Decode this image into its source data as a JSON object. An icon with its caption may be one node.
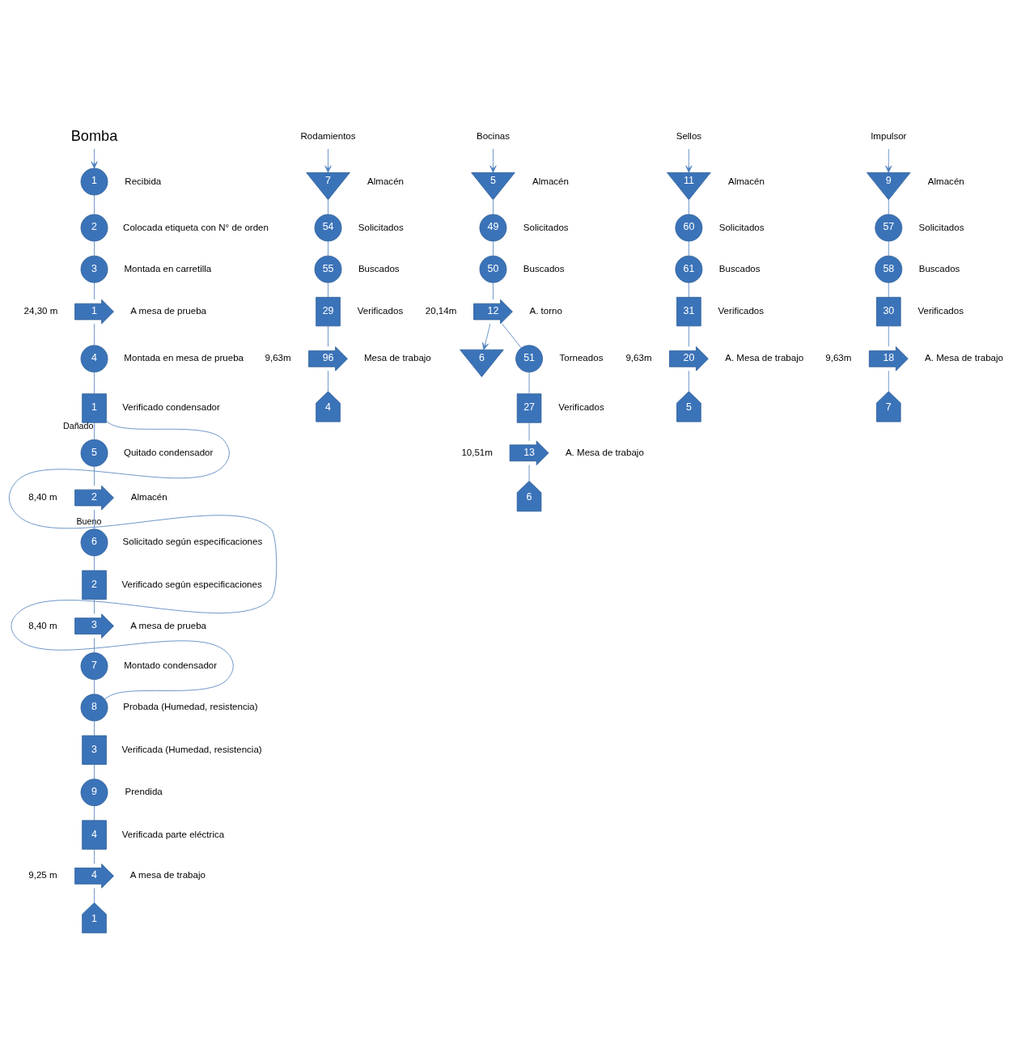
{
  "diagram": {
    "nodes": [
      {
        "text": [
          "Bomba"
        ]
      },
      {
        "text": [
          "1"
        ],
        "beside": [
          "Recibida"
        ]
      },
      {
        "text": [
          "2"
        ],
        "beside": [
          "Colocada etiqueta con N° de orden"
        ]
      },
      {
        "text": [
          "3"
        ],
        "beside": [
          "Montada en carretilla"
        ]
      },
      {
        "text": [
          "1"
        ],
        "beside": [
          "A mesa de prueba",
          "24,30 m"
        ]
      },
      {
        "text": [
          "4"
        ],
        "beside": [
          "Montada en mesa de prueba"
        ]
      },
      {
        "text": [
          "1"
        ],
        "beside": [
          "Verificado condensador"
        ]
      },
      {
        "text": [
          "5"
        ],
        "beside": [
          "Quitado condensador"
        ]
      },
      {
        "text": [
          "2"
        ],
        "beside": [
          "Almacén",
          "8,40 m"
        ]
      },
      {
        "text": [
          "6"
        ],
        "beside": [
          "Solicitado según especificaciones"
        ]
      },
      {
        "text": [
          "2"
        ],
        "beside": [
          "Verificado según especificaciones"
        ]
      },
      {
        "text": [
          "3"
        ],
        "beside": [
          "A mesa de prueba",
          "8,40 m"
        ]
      },
      {
        "text": [
          "7"
        ],
        "beside": [
          "Montado condensador"
        ]
      },
      {
        "text": [
          "8"
        ],
        "beside": [
          "Probada (Humedad, resistencia)"
        ]
      },
      {
        "text": [
          "3"
        ],
        "beside": [
          "Verificada (Humedad, resistencia)"
        ]
      },
      {
        "text": [
          "9"
        ],
        "beside": [
          "Prendida"
        ]
      },
      {
        "text": [
          "4"
        ],
        "beside": [
          "Verificada parte eléctrica"
        ]
      },
      {
        "text": [
          "4"
        ],
        "beside": [
          "A mesa de trabajo",
          "9,25 m"
        ]
      },
      {
        "text": [
          "1"
        ]
      },
      {
        "text": [
          "Rodamientos"
        ]
      },
      {
        "text": [
          "7"
        ],
        "beside": [
          "Almacén"
        ]
      },
      {
        "text": [
          "54"
        ],
        "beside": [
          "Solicitados"
        ]
      },
      {
        "text": [
          "55"
        ],
        "beside": [
          "Buscados"
        ]
      },
      {
        "text": [
          "29"
        ],
        "beside": [
          "Verificados"
        ]
      },
      {
        "text": [
          "96"
        ],
        "beside": [
          "Mesa de trabajo",
          "9,63m"
        ]
      },
      {
        "text": [
          "4"
        ]
      },
      {
        "text": [
          "Bocinas"
        ]
      },
      {
        "text": [
          "5"
        ],
        "beside": [
          "Almacén"
        ]
      },
      {
        "text": [
          "49"
        ],
        "beside": [
          "Solicitados"
        ]
      },
      {
        "text": [
          "50"
        ],
        "beside": [
          "Buscados"
        ]
      },
      {
        "text": [
          "12"
        ],
        "beside": [
          "A. torno",
          "20,14m"
        ]
      },
      {
        "text": [
          "6"
        ]
      },
      {
        "text": [
          "51"
        ],
        "beside": [
          "Torneados"
        ]
      },
      {
        "text": [
          "27"
        ],
        "beside": [
          "Verificados"
        ]
      },
      {
        "text": [
          "13"
        ],
        "beside": [
          "A. Mesa de trabajo",
          "10,51m"
        ]
      },
      {
        "text": [
          "6"
        ]
      },
      {
        "text": [
          "Sellos"
        ]
      },
      {
        "text": [
          "11"
        ],
        "beside": [
          "Almacén"
        ]
      },
      {
        "text": [
          "60"
        ],
        "beside": [
          "Solicitados"
        ]
      },
      {
        "text": [
          "61"
        ],
        "beside": [
          "Buscados"
        ]
      },
      {
        "text": [
          "31"
        ],
        "beside": [
          "Verificados"
        ]
      },
      {
        "text": [
          "20"
        ],
        "beside": [
          "A. Mesa de trabajo",
          "9,63m"
        ]
      },
      {
        "text": [
          "5"
        ]
      },
      {
        "text": [
          "Impulsor"
        ]
      },
      {
        "text": [
          "9"
        ],
        "beside": [
          "Almacén"
        ]
      },
      {
        "text": [
          "57"
        ],
        "beside": [
          "Solicitados"
        ]
      },
      {
        "text": [
          "58"
        ],
        "beside": [
          "Buscados"
        ]
      },
      {
        "text": [
          "30"
        ],
        "beside": [
          "Verificados"
        ]
      },
      {
        "text": [
          "18"
        ],
        "beside": [
          "A. Mesa de trabajo",
          "9,63m"
        ]
      },
      {
        "text": [
          "7"
        ]
      }
    ],
    "edges": [
      {
        "from": 0,
        "to": 1,
        "arrow": "to"
      },
      {
        "from": 1,
        "to": 2,
        "arrow": "none"
      },
      {
        "from": 2,
        "to": 3,
        "arrow": "none"
      },
      {
        "from": 3,
        "to": 4,
        "arrow": "none"
      },
      {
        "from": 4,
        "to": 5,
        "arrow": "none"
      },
      {
        "from": 5,
        "to": 6,
        "arrow": "none"
      },
      {
        "from": 6,
        "to": 13,
        "label": "Bueno",
        "arrow": "none"
      },
      {
        "from": 6,
        "to": 7,
        "label": "Dañado",
        "arrow": "none"
      },
      {
        "from": 7,
        "to": 8,
        "arrow": "none"
      },
      {
        "from": 8,
        "to": 9,
        "arrow": "none"
      },
      {
        "from": 9,
        "to": 10,
        "arrow": "none"
      },
      {
        "from": 10,
        "to": 11,
        "arrow": "none"
      },
      {
        "from": 11,
        "to": 12,
        "arrow": "none"
      },
      {
        "from": 12,
        "to": 13,
        "arrow": "none"
      },
      {
        "from": 13,
        "to": 14,
        "arrow": "none"
      },
      {
        "from": 14,
        "to": 15,
        "arrow": "none"
      },
      {
        "from": 15,
        "to": 16,
        "arrow": "none"
      },
      {
        "from": 16,
        "to": 17,
        "arrow": "none"
      },
      {
        "from": 17,
        "to": 18,
        "arrow": "none"
      },
      {
        "from": 19,
        "to": 20,
        "arrow": "to"
      },
      {
        "from": 20,
        "to": 21,
        "arrow": "none"
      },
      {
        "from": 21,
        "to": 22,
        "arrow": "none"
      },
      {
        "from": 22,
        "to": 23,
        "arrow": "none"
      },
      {
        "from": 23,
        "to": 24,
        "arrow": "none"
      },
      {
        "from": 24,
        "to": 25,
        "arrow": "none"
      },
      {
        "from": 26,
        "to": 27,
        "arrow": "to"
      },
      {
        "from": 27,
        "to": 28,
        "arrow": "none"
      },
      {
        "from": 28,
        "to": 29,
        "arrow": "none"
      },
      {
        "from": 29,
        "to": 30,
        "arrow": "none"
      },
      {
        "from": 30,
        "to": 31,
        "arrow": "to"
      },
      {
        "from": 30,
        "to": 32,
        "arrow": "none"
      },
      {
        "from": 32,
        "to": 33,
        "arrow": "none"
      },
      {
        "from": 33,
        "to": 34,
        "arrow": "none"
      },
      {
        "from": 34,
        "to": 35,
        "arrow": "none"
      },
      {
        "from": 36,
        "to": 37,
        "arrow": "to"
      },
      {
        "from": 37,
        "to": 38,
        "arrow": "none"
      },
      {
        "from": 38,
        "to": 39,
        "arrow": "none"
      },
      {
        "from": 39,
        "to": 40,
        "arrow": "none"
      },
      {
        "from": 40,
        "to": 41,
        "arrow": "none"
      },
      {
        "from": 41,
        "to": 42,
        "arrow": "none"
      },
      {
        "from": 43,
        "to": 44,
        "arrow": "to"
      },
      {
        "from": 44,
        "to": 45,
        "arrow": "none"
      },
      {
        "from": 45,
        "to": 46,
        "arrow": "none"
      },
      {
        "from": 46,
        "to": 47,
        "arrow": "none"
      },
      {
        "from": 47,
        "to": 48,
        "arrow": "none"
      },
      {
        "from": 48,
        "to": 49,
        "arrow": "none"
      }
    ]
  }
}
